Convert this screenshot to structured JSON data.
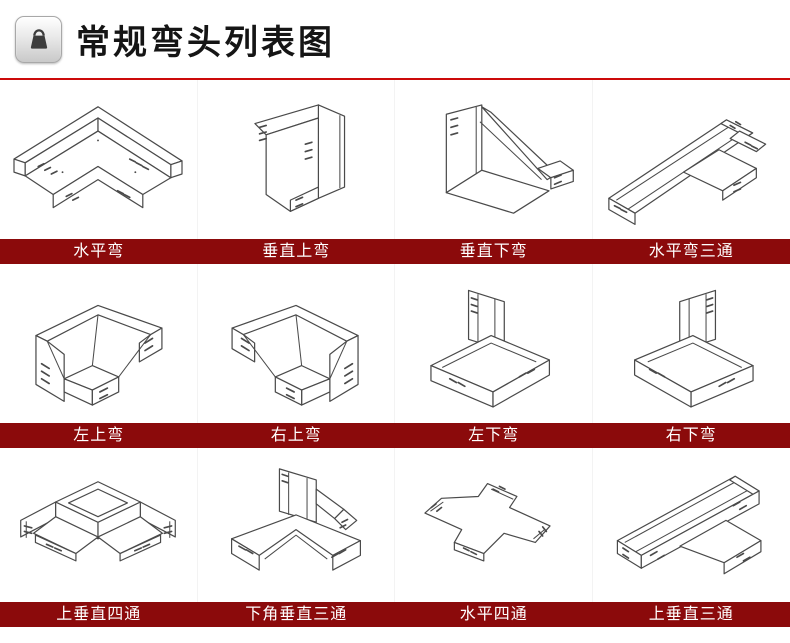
{
  "header": {
    "title": "常规弯头列表图",
    "icon": "bag-lock-icon"
  },
  "colors": {
    "banner_red": "#8B0A0B",
    "rule_red": "#CC0A0A",
    "line_gray": "#4A4A4A",
    "text_white": "#FFFFFF"
  },
  "items": [
    {
      "label": "水平弯",
      "key": "horizontal-bend"
    },
    {
      "label": "垂直上弯",
      "key": "vertical-up-bend"
    },
    {
      "label": "垂直下弯",
      "key": "vertical-down-bend"
    },
    {
      "label": "水平弯三通",
      "key": "horizontal-bend-tee"
    },
    {
      "label": "左上弯",
      "key": "left-up-bend"
    },
    {
      "label": "右上弯",
      "key": "right-up-bend"
    },
    {
      "label": "左下弯",
      "key": "left-down-bend"
    },
    {
      "label": "右下弯",
      "key": "right-down-bend"
    },
    {
      "label": "上垂直四通",
      "key": "up-vertical-cross"
    },
    {
      "label": "下角垂直三通",
      "key": "bottom-corner-vertical-tee"
    },
    {
      "label": "水平四通",
      "key": "horizontal-cross"
    },
    {
      "label": "上垂直三通",
      "key": "up-vertical-tee"
    }
  ]
}
